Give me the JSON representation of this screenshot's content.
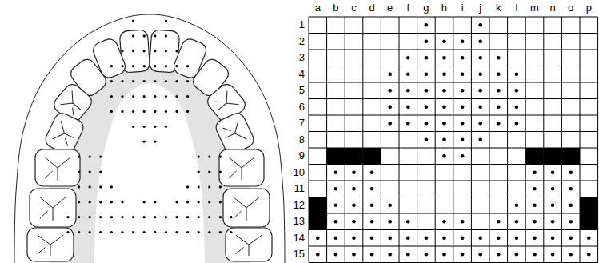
{
  "diagram": {
    "labels": [
      "a",
      "b",
      "c",
      "d",
      "e",
      "f",
      "g",
      "h",
      "i",
      "j",
      "k",
      "l",
      "m",
      "n",
      "o",
      "p",
      "1",
      "2",
      "3",
      "4",
      "5",
      "6",
      "7",
      "8",
      "9",
      "10",
      "11",
      "12",
      "13",
      "14",
      "15"
    ]
  }
}
